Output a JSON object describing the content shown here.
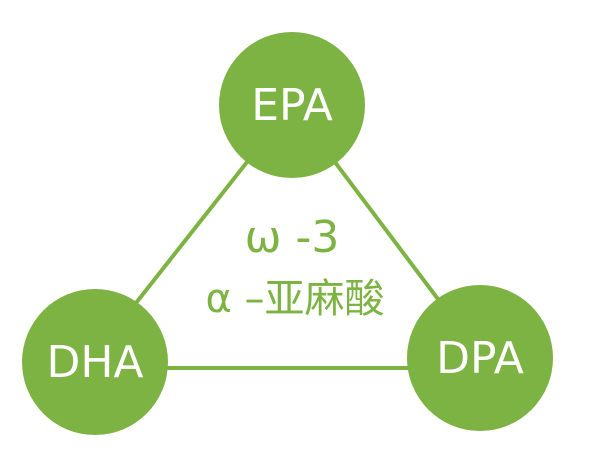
{
  "colors": {
    "node_fill": "#7db342",
    "edge_stroke": "#7db342",
    "label_text": "#ffffff",
    "center_text": "#7db342",
    "background": "#ffffff"
  },
  "nodes": {
    "top": {
      "label": "EPA"
    },
    "left": {
      "label": "DHA"
    },
    "right": {
      "label": "DPA"
    }
  },
  "center": {
    "line1": "ω -3",
    "line2": "α –亚麻酸"
  },
  "edges": [
    {
      "from": "top",
      "to": "left"
    },
    {
      "from": "top",
      "to": "right"
    },
    {
      "from": "left",
      "to": "right"
    }
  ]
}
